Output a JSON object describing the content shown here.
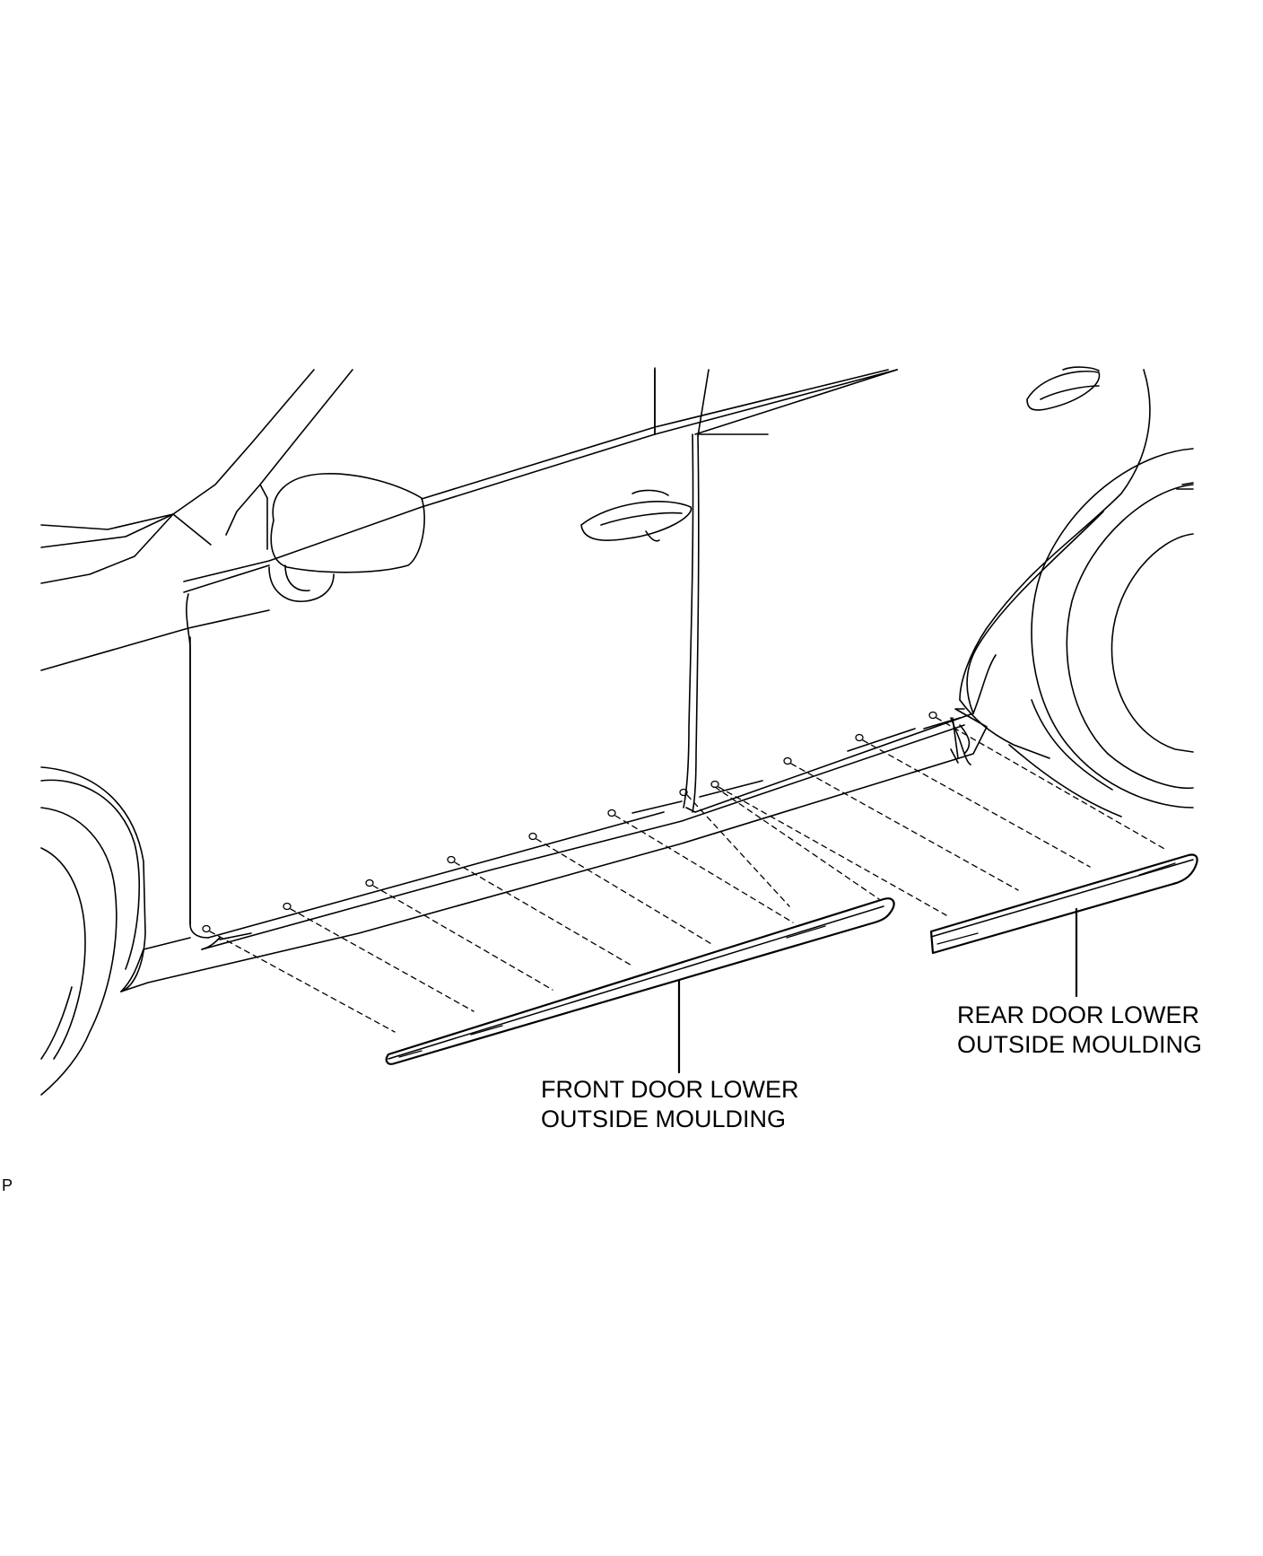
{
  "labels": {
    "front_moulding": [
      "FRONT DOOR LOWER",
      "OUTSIDE MOULDING"
    ],
    "rear_moulding": [
      "REAR DOOR LOWER",
      "OUTSIDE MOULDING"
    ]
  },
  "figure_code": "P",
  "colors": {
    "line": "#000000",
    "background": "#ffffff"
  }
}
